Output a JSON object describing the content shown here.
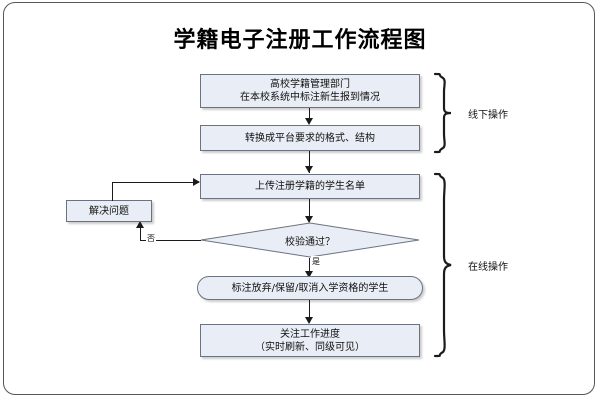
{
  "document": {
    "title": "学籍电子注册工作流程图"
  },
  "flow": {
    "nodes": [
      {
        "id": "node-offline-mark",
        "shape": "rect",
        "line1": "高校学籍管理部门",
        "line2": "在本校系统中标注新生报到情况"
      },
      {
        "id": "node-convert-format",
        "shape": "rect",
        "line1": "转换成平台要求的格式、结构",
        "line2": ""
      },
      {
        "id": "node-upload-list",
        "shape": "rect",
        "line1": "上传注册学籍的学生名单",
        "line2": ""
      },
      {
        "id": "node-validate",
        "shape": "diamond",
        "line1": "校验通过？",
        "line2": ""
      },
      {
        "id": "node-solve-problem",
        "shape": "rect",
        "line1": "解决问题",
        "line2": ""
      },
      {
        "id": "node-mark-status",
        "shape": "rounded",
        "line1": "标注放弃/保留/取消入学资格的学生",
        "line2": ""
      },
      {
        "id": "node-track-progress",
        "shape": "rect",
        "line1": "关注工作进度",
        "line2": "（实时刷新、同级可见）"
      }
    ],
    "edge_labels": {
      "no": "否",
      "yes": "是"
    }
  },
  "groups": [
    {
      "id": "group-offline",
      "label": "线下操作"
    },
    {
      "id": "group-online",
      "label": "在线操作"
    }
  ],
  "colors": {
    "node_fill": "#e9edf5",
    "node_border": "#6c7380",
    "connector": "#1b1b1b",
    "frame_border": "#565656",
    "text": "#111111",
    "background": "#ffffff"
  }
}
